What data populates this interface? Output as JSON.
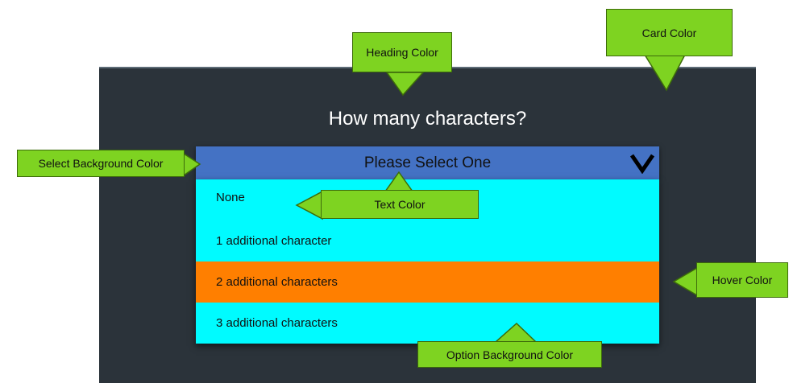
{
  "card": {
    "heading": "How many characters?"
  },
  "select": {
    "label": "Please Select One",
    "icon": "chevron-down-icon"
  },
  "options": [
    {
      "label": "None",
      "state": "default"
    },
    {
      "label": "1 additional character",
      "state": "default"
    },
    {
      "label": "2 additional characters",
      "state": "hover"
    },
    {
      "label": "3 additional characters",
      "state": "default"
    }
  ],
  "annotations": {
    "heading_color": "Heading Color",
    "card_color": "Card Color",
    "select_background_color": "Select Background Color",
    "text_color": "Text Color",
    "hover_color": "Hover Color",
    "option_background_color": "Option Background Color"
  },
  "colors": {
    "card": "#2b333a",
    "heading": "#ffffff",
    "select_background": "#4472c4",
    "option_background": "#00fbff",
    "hover": "#ff7f00",
    "text": "#111111",
    "callout": "#7ed321"
  }
}
